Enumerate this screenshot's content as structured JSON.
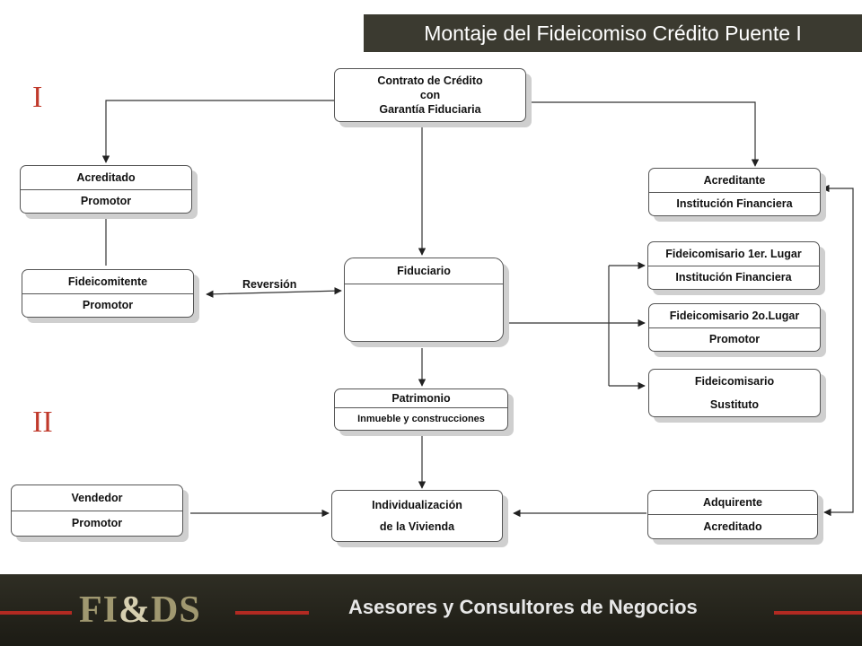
{
  "header": {
    "title": "Montaje del Fideicomiso Crédito Puente I"
  },
  "sections": {
    "one": "I",
    "two": "II"
  },
  "nodes": {
    "contrato": {
      "lines": [
        "Contrato de Crédito",
        "con",
        "Garantía Fiduciaria"
      ]
    },
    "acreditado": {
      "title": "Acreditado",
      "sub": "Promotor"
    },
    "acreditante": {
      "title": "Acreditante",
      "sub": "Institución Financiera"
    },
    "fideicomitente": {
      "title": "Fideicomitente",
      "sub": "Promotor"
    },
    "fiduciario": {
      "title": "Fiduciario"
    },
    "fid1": {
      "title": "Fideicomisario 1er. Lugar",
      "sub": "Institución Financiera"
    },
    "fid2": {
      "title": "Fideicomisario 2o.Lugar",
      "sub": "Promotor"
    },
    "fid3": {
      "title": "Fideicomisario",
      "sub": "Sustituto"
    },
    "patrimonio": {
      "title": "Patrimonio",
      "sub": "Inmueble y construcciones"
    },
    "vendedor": {
      "title": "Vendedor",
      "sub": "Promotor"
    },
    "individualizacion": {
      "lines": [
        "Individualización",
        "de la Vivienda"
      ]
    },
    "adquirente": {
      "title": "Adquirente",
      "sub": "Acreditado"
    }
  },
  "edges": {
    "reversion": "Reversión"
  },
  "footer": {
    "logo_fi": "FI",
    "logo_amp": "&",
    "logo_ds": "DS",
    "tagline": "Asesores y Consultores de Negocios"
  },
  "colors": {
    "title_bar": "#3b3a30",
    "roman": "#c0392b",
    "footer_rule": "#b22a22",
    "logo": "#a09870"
  }
}
